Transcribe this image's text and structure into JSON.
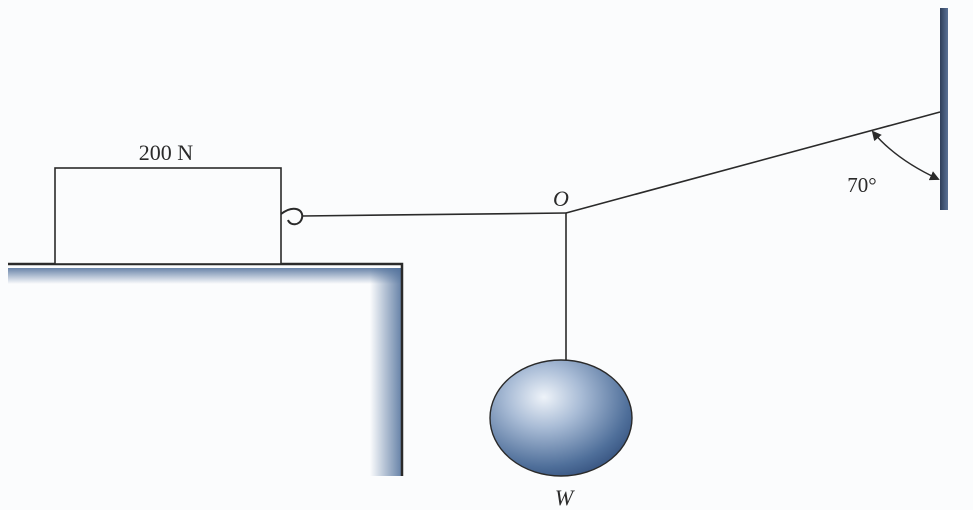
{
  "labels": {
    "block_weight": "200 N",
    "junction": "O",
    "angle": "70°",
    "hanging_weight": "W"
  },
  "colors": {
    "ink": "#2a2a2a",
    "background": "#fbfcfd",
    "shadow_blue": "#4f6f9a",
    "sphere_dark": "#3f5f8f",
    "sphere_light": "#e8eef6"
  }
}
